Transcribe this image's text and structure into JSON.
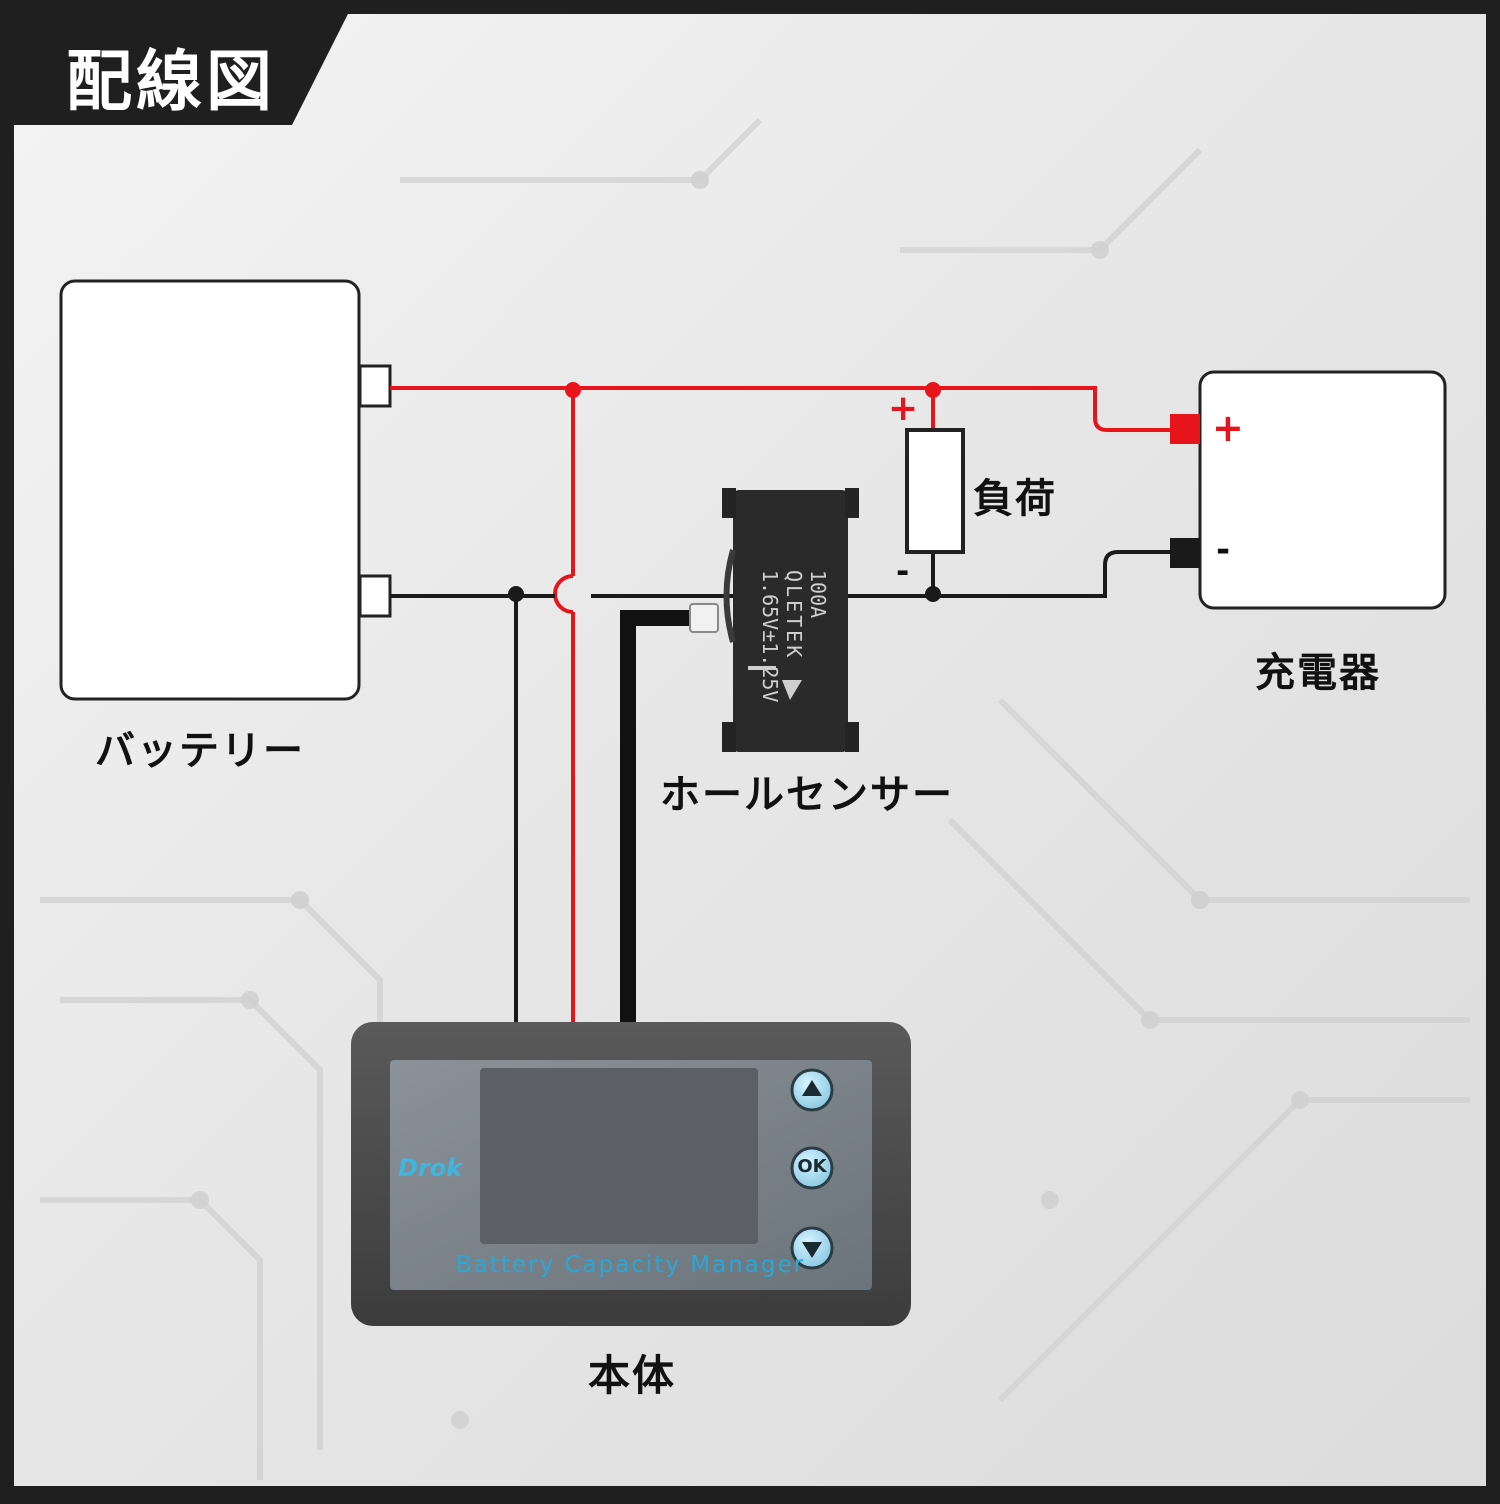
{
  "title": "配線図",
  "labels": {
    "battery": "バッテリー",
    "charger": "充電器",
    "load": "負荷",
    "hall_sensor": "ホールセンサー",
    "main_unit": "本体"
  },
  "polarity": {
    "load_plus": "+",
    "load_minus": "-",
    "charger_plus": "+",
    "charger_minus": "-"
  },
  "sensor_print": {
    "rating": "100A",
    "brand": "QLETEK",
    "spec": "1.65V±1.25V"
  },
  "device": {
    "brand": "Drok",
    "caption": "Battery  Capacity  Manager",
    "btn_ok": "OK"
  },
  "colors": {
    "positive_wire": "#e8141b",
    "negative_wire": "#1a1a1a",
    "background_dark": "#1f1f1f",
    "board_light": "#eeeeee",
    "screen_accent": "#2aa7d6"
  }
}
